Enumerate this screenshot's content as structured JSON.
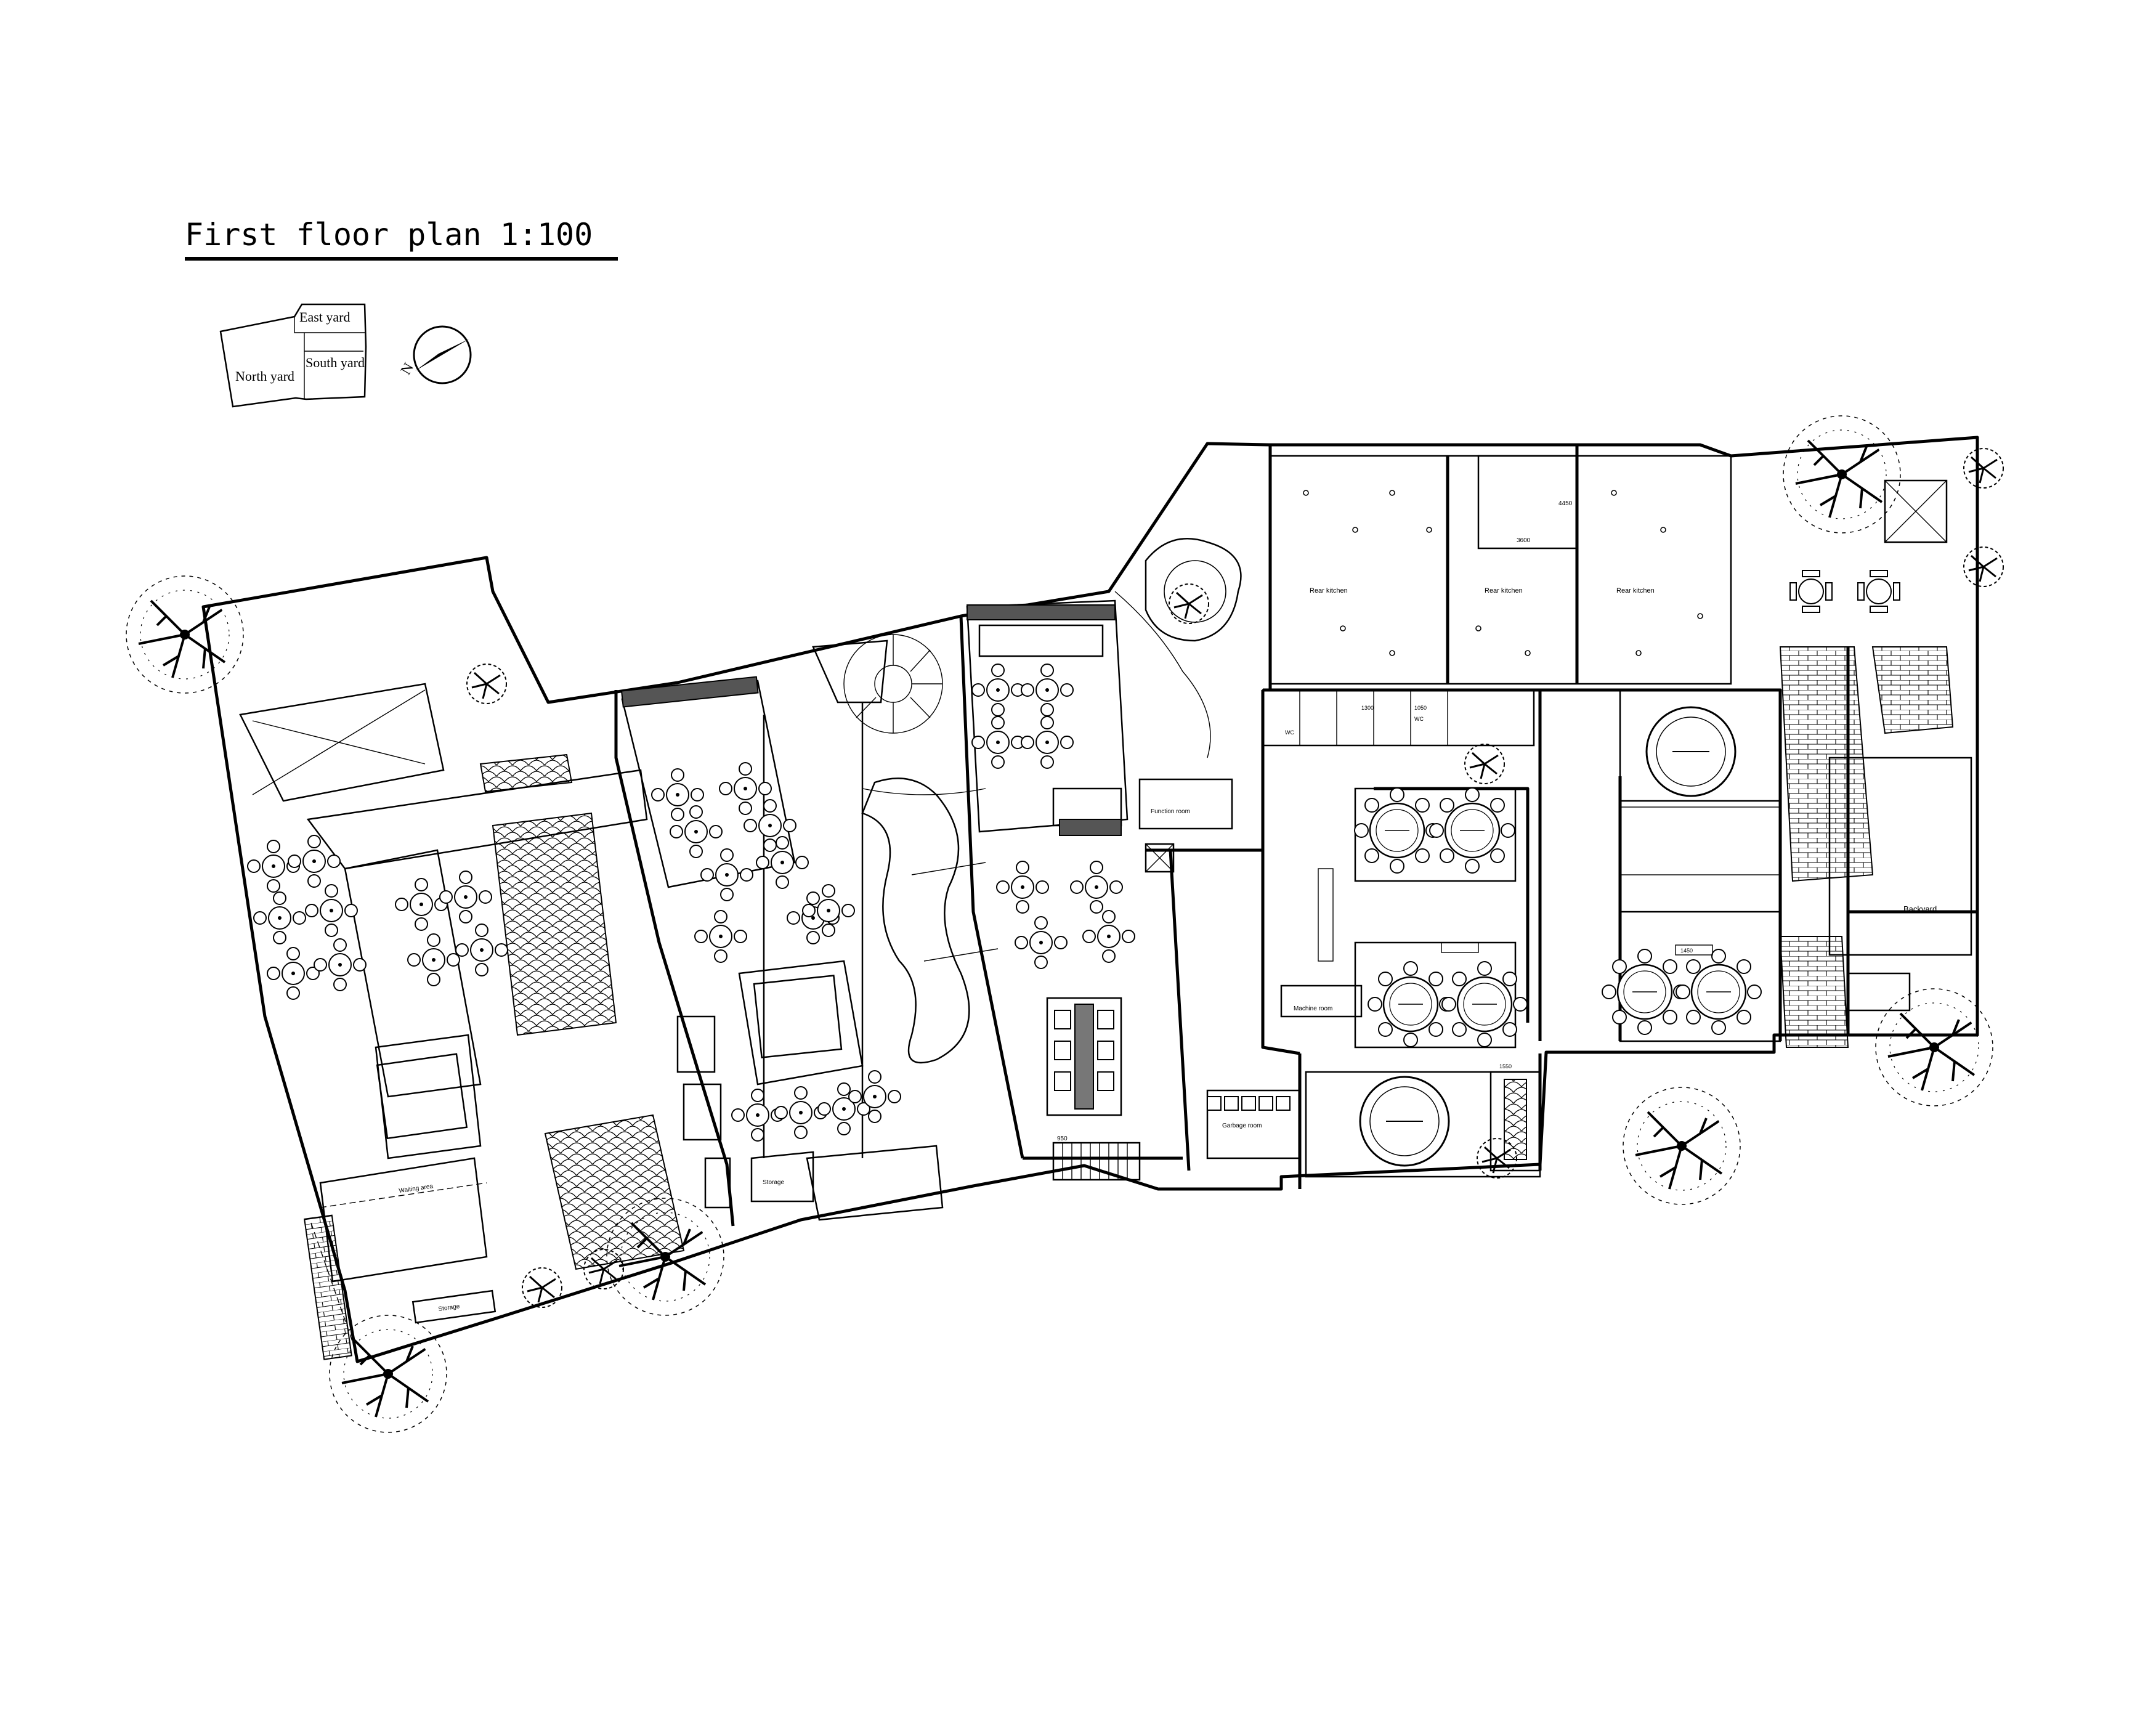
{
  "title": "First floor plan  1:100",
  "key_plan": {
    "east": "East yard",
    "north": "North yard",
    "south": "South yard"
  },
  "north_arrow": {
    "letter": "N"
  },
  "rooms": {
    "waiting_area": "Waiting area",
    "storage_sw": "Storage",
    "storage_mid": "Storage",
    "function_room": "Function room",
    "machine_room": "Machine room",
    "garbage_room": "Garbage room",
    "rear_kitchen_1": "Rear kitchen",
    "rear_kitchen_2": "Rear kitchen",
    "rear_kitchen_3": "Rear kitchen",
    "backyard": "Backyard",
    "wc_1": "WC",
    "wc_2": "WC"
  },
  "dimensions": {
    "d1": "3600",
    "d2": "4450",
    "d3": "1300",
    "d4": "1050",
    "d5": "1450",
    "d6": "1550",
    "d7": "950"
  },
  "icons": [
    "north-arrow-icon",
    "tree-icon",
    "round-table-icon",
    "square-table-icon",
    "spiral-stair-icon",
    "staircase-icon"
  ]
}
